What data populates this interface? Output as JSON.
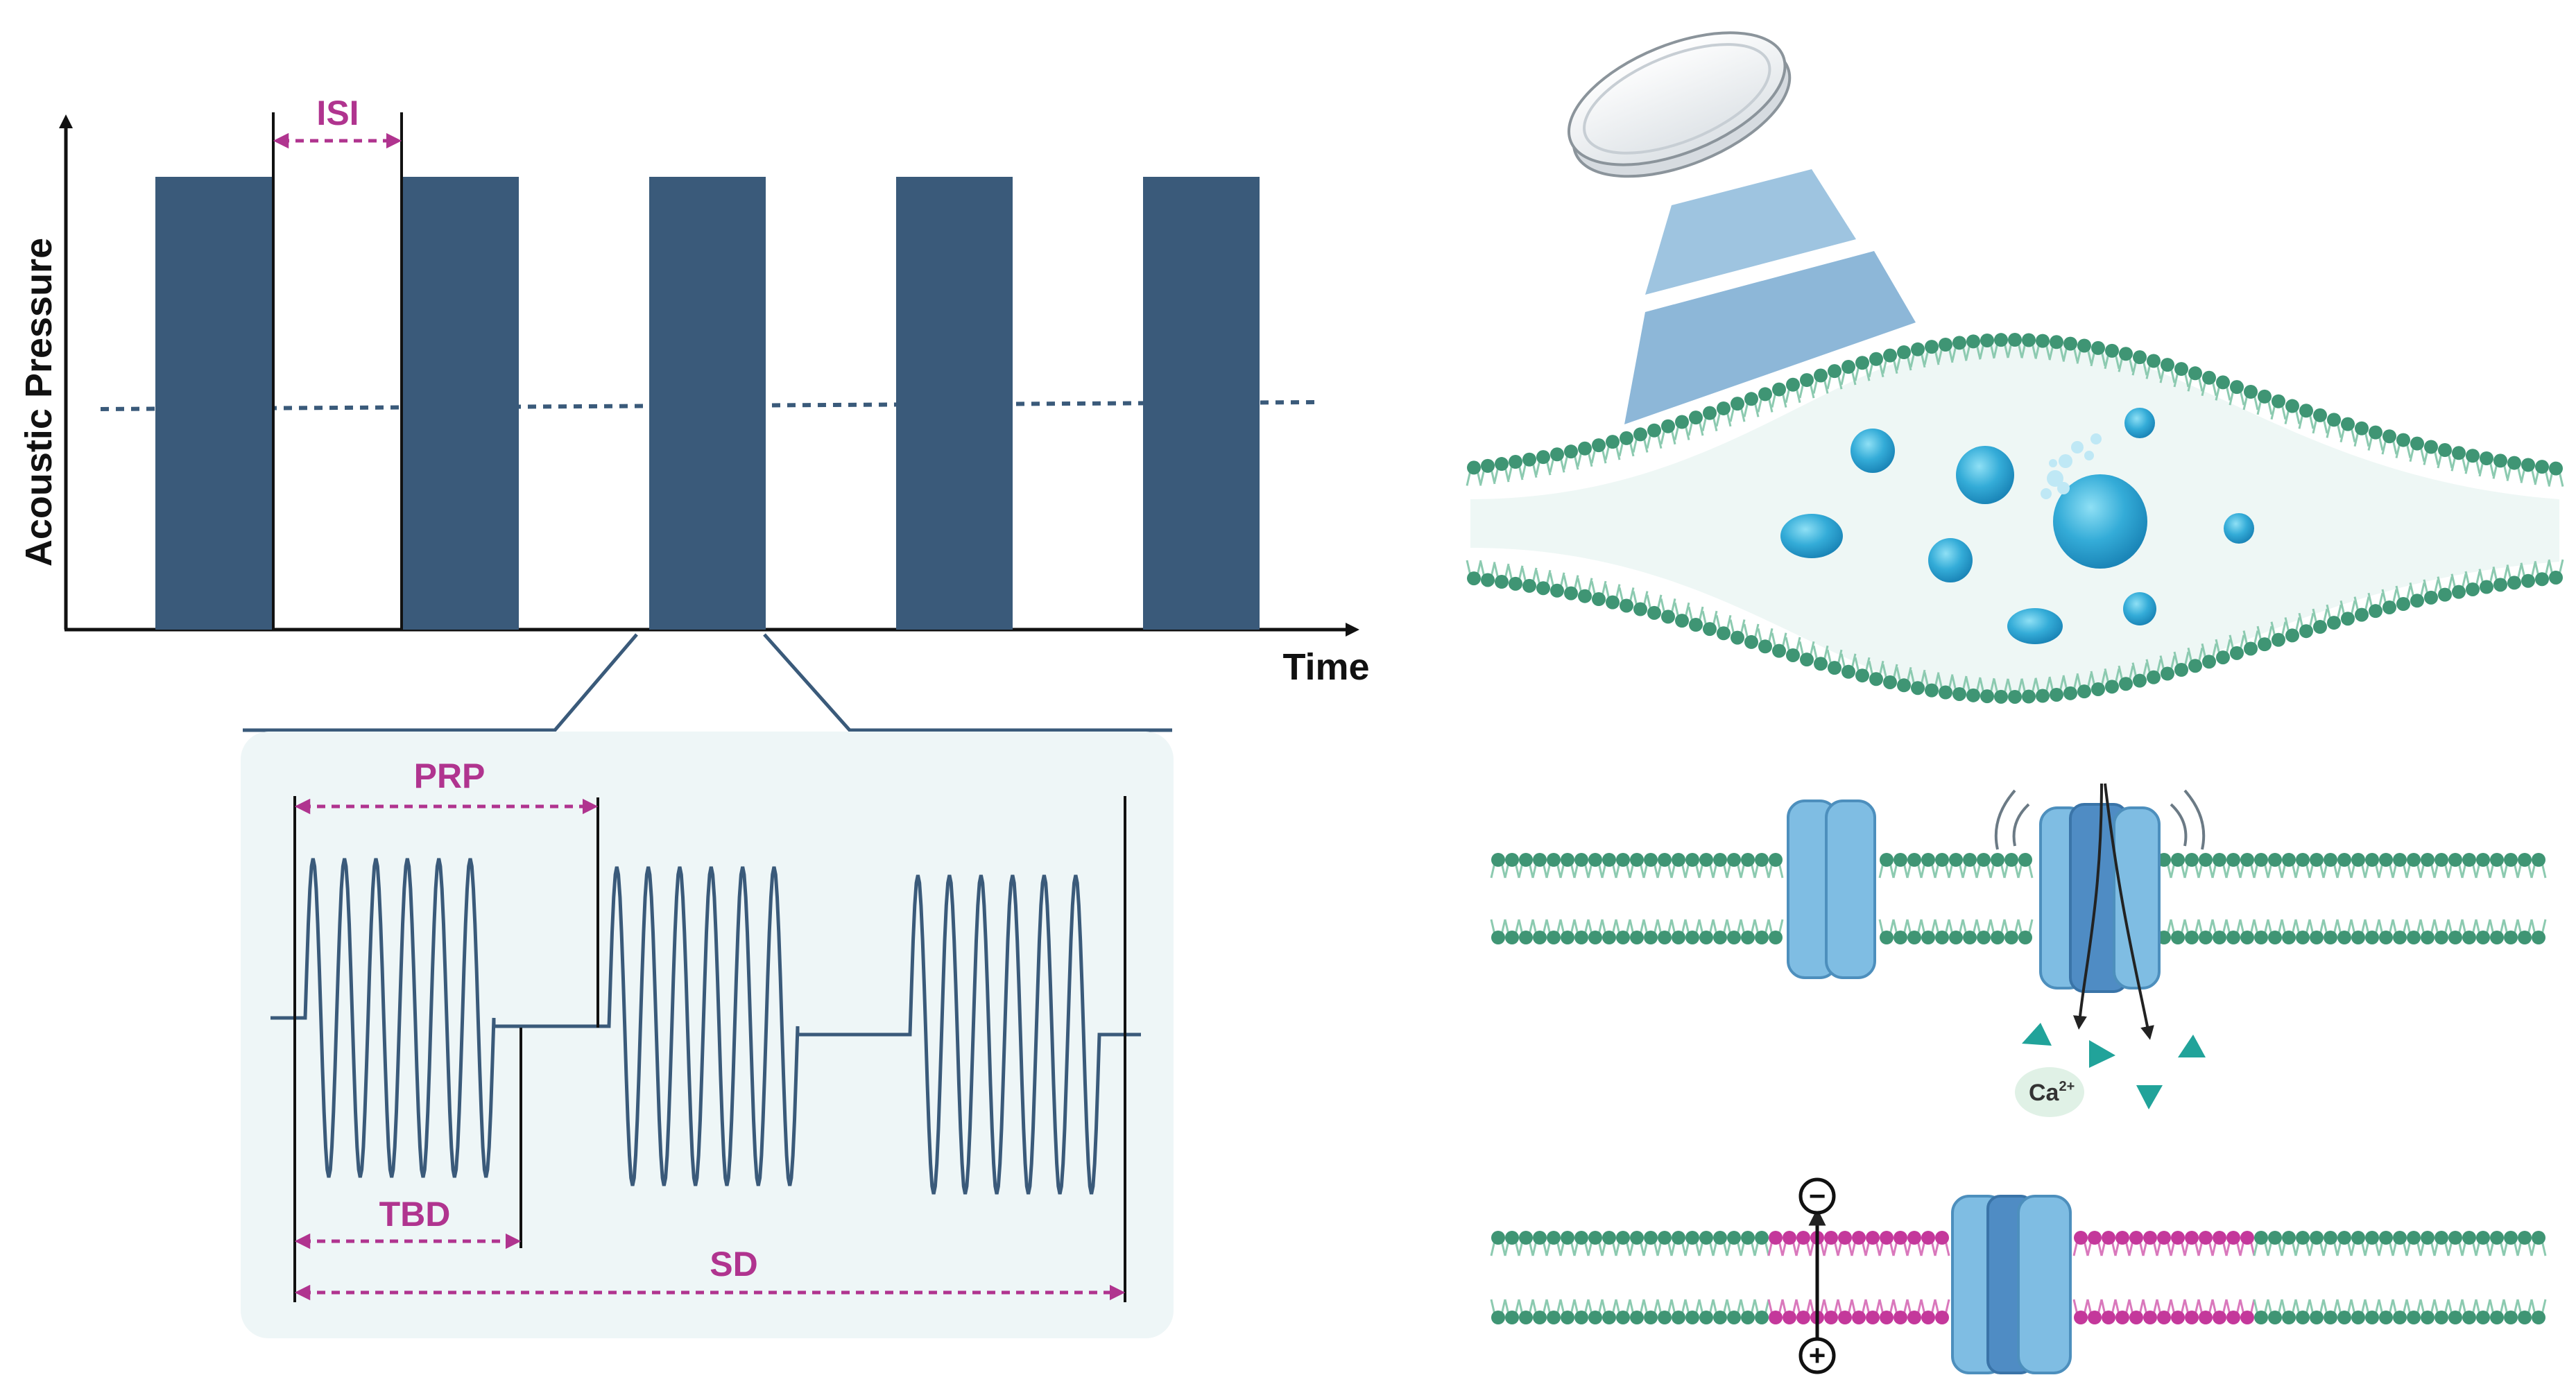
{
  "pulse_chart": {
    "y_axis_label": "Acoustic Pressure",
    "x_axis_label": "Time",
    "isi_label": "ISI",
    "pulse_count": 5,
    "bar_color": "#3a5a7a",
    "dotted_baseline": true
  },
  "zoom_panel": {
    "prp_label": "PRP",
    "tbd_label": "TBD",
    "sd_label": "SD",
    "bursts": 3,
    "cycles_per_burst": 6
  },
  "neuromodulation": {
    "ion_label": "Ca",
    "ion_charge": "2+",
    "negative_symbol": "−",
    "positive_symbol": "+"
  },
  "colors": {
    "annotation": "#b0348f",
    "pulse": "#3a5a7a",
    "membrane_head": "#3f9574",
    "membrane_tail": "#8ccab0",
    "cavitation": "#3ab4dc",
    "channel": "#7fbde3",
    "depolarized": "#c4389b"
  }
}
